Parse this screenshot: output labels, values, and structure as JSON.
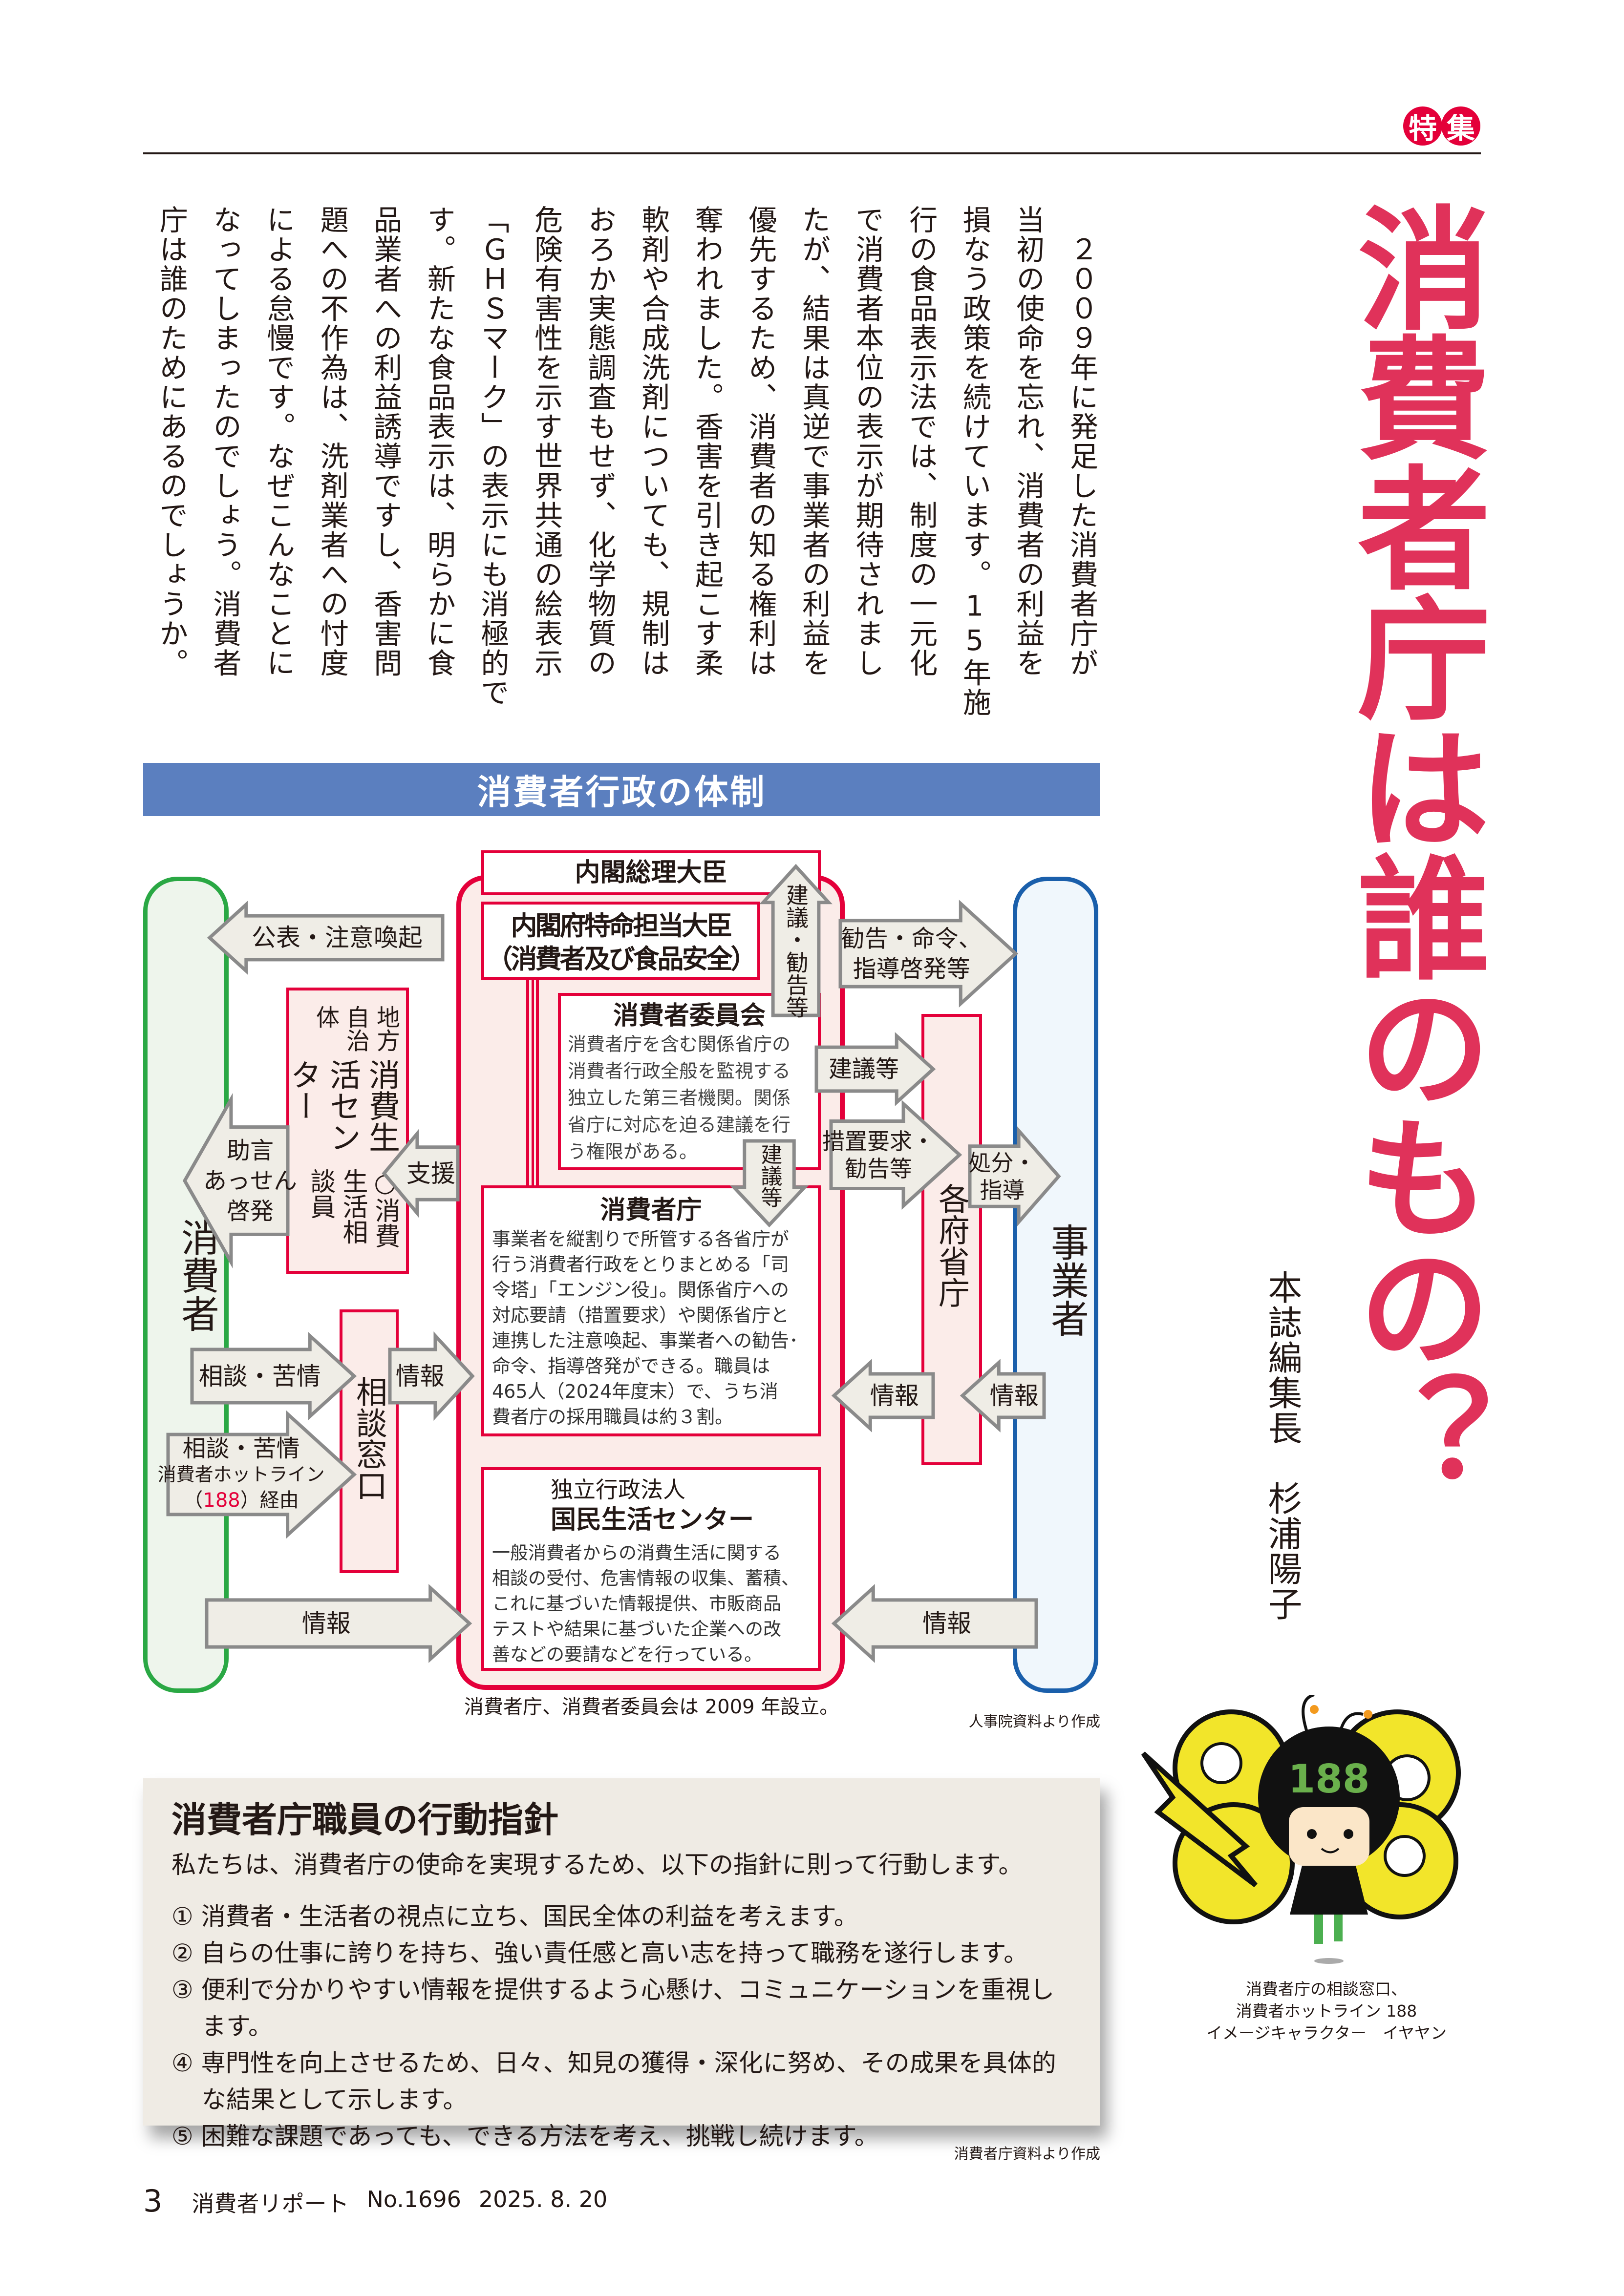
{
  "header": {
    "badge": [
      "特",
      "集"
    ]
  },
  "article": {
    "title": "消費者庁は誰のもの？",
    "author": "本誌編集長　杉浦陽子",
    "lines": [
      "　２００９年に発足した消費者庁が",
      "当初の使命を忘れ、消費者の利益を",
      "損なう政策を続けています。15年施",
      "行の食品表示法では、制度の一元化",
      "で消費者本位の表示が期待されまし",
      "たが、結果は真逆で事業者の利益を",
      "優先するため、消費者の知る権利は",
      "奪われました。香害を引き起こす柔",
      "軟剤や合成洗剤についても、規制は",
      "おろか実態調査もせず、化学物質の",
      "危険有害性を示す世界共通の絵表示",
      "「ＧＨＳマーク」の表示にも消極的で",
      "す。新たな食品表示は、明らかに食",
      "品業者への利益誘導ですし、香害問",
      "題への不作為は、洗剤業者への忖度",
      "による怠慢です。なぜこんなことに",
      "なってしまったのでしょう。消費者",
      "庁は誰のためにあるのでしょうか。"
    ]
  },
  "diagram": {
    "title": "消費者行政の体制",
    "consumer": "消費者",
    "business": "事業者",
    "pm": "内閣総理大臣",
    "minister": [
      "内閣府特命担当大臣",
      "（消費者及び食品安全）"
    ],
    "committee": {
      "title": "消費者委員会",
      "lines": [
        "消費者庁を含む関係省庁の",
        "消費者行政全般を監視する",
        "独立した第三者機関。関係",
        "省庁に対応を迫る建議を行",
        "う権限がある。"
      ]
    },
    "agency": {
      "title": "消費者庁",
      "lines": [
        "事業者を縦割りで所管する各省庁が",
        "行う消費者行政をとりまとめる「司",
        "令塔」「エンジン役」。関係省庁への",
        "対応要請（措置要求）や関係省庁と",
        "連携した注意喚起、事業者への勧告･",
        "命令、指導啓発ができる。職員は",
        "465人（2024年度末）で、うち消",
        "費者庁の採用職員は約３割。"
      ]
    },
    "ncac": {
      "subtitle": "独立行政法人",
      "title": "国民生活センター",
      "lines": [
        "一般消費者からの消費生活に関する",
        "相談の受付、危害情報の収集、蓄積、",
        "これに基づいた情報提供、市販商品",
        "テストや結果に基づいた企業への改",
        "善などの要請などを行っている。"
      ]
    },
    "ministries": "各府省庁",
    "local": {
      "gov": "地方自治体",
      "center": "消費生活センター",
      "counselor": "○消費生活相談員"
    },
    "window": "相談窓口",
    "arrows": {
      "publish": "公表・注意喚起",
      "advice": [
        "助言",
        "あっせん",
        "啓発"
      ],
      "support": "支援",
      "consult1": "相談・苦情",
      "consult2": "相談・苦情",
      "hotline": "消費者ホットライン",
      "hotline_num": "188",
      "hotline_via": "経由",
      "info_window": "情報",
      "info_bottom_left": "情報",
      "info_bottom_right": "情報",
      "recommend_up": "建議・勧告等",
      "recommend_down": "建議等",
      "order": [
        "勧告・命令、",
        "指導啓発等"
      ],
      "recommend_right": "建議等",
      "measures": [
        "措置要求・",
        "勧告等"
      ],
      "disposition": [
        "処分・",
        "指導"
      ],
      "info_ministry": "情報",
      "info_business": "情報"
    },
    "note": "消費者庁、消費者委員会は 2009 年設立。",
    "credit": "人事院資料より作成"
  },
  "principles": {
    "title": "消費者庁職員の行動指針",
    "intro": "私たちは、消費者庁の使命を実現するため、以下の指針に則って行動します。",
    "items": [
      "① 消費者・生活者の視点に立ち、国民全体の利益を考えます。",
      "② 自らの仕事に誇りを持ち、強い責任感と高い志を持って職務を遂行します。",
      "③ 便利で分かりやすい情報を提供するよう心懸け、コミュニケーションを重視します。",
      "④ 専門性を向上させるため、日々、知見の獲得・深化に努め、その成果を具体的な結果として示します。",
      "⑤ 困難な課題であっても、できる方法を考え、挑戦し続けます。"
    ],
    "credit": "消費者庁資料より作成"
  },
  "mascot": {
    "logo_text": "188",
    "caption": [
      "消費者庁の相談窓口、",
      "消費者ホットライン 188",
      "イメージキャラクター　イヤヤン"
    ]
  },
  "footer": {
    "page": "3",
    "publication": "消費者リポート",
    "issue": "No.1696",
    "date": "2025. 8. 20"
  },
  "colors": {
    "accent": "#e4003a",
    "title": "#e0325a",
    "consumer": "#2aa844",
    "business": "#1a5fab",
    "bar": "#5b7fbf"
  }
}
